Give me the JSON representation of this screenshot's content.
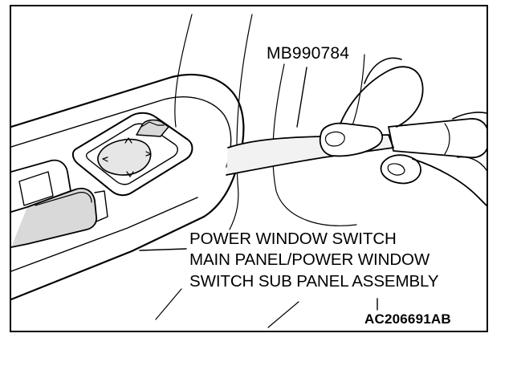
{
  "diagram": {
    "tool_label": "MB990784",
    "part_label_lines": [
      "POWER WINDOW SWITCH",
      "MAIN PANEL/POWER WINDOW",
      "SWITCH SUB PANEL ASSEMBLY"
    ],
    "figure_id": "AC206691AB"
  },
  "colors": {
    "line": "#000000",
    "background": "#ffffff",
    "fill_light": "#d9d9d9"
  }
}
